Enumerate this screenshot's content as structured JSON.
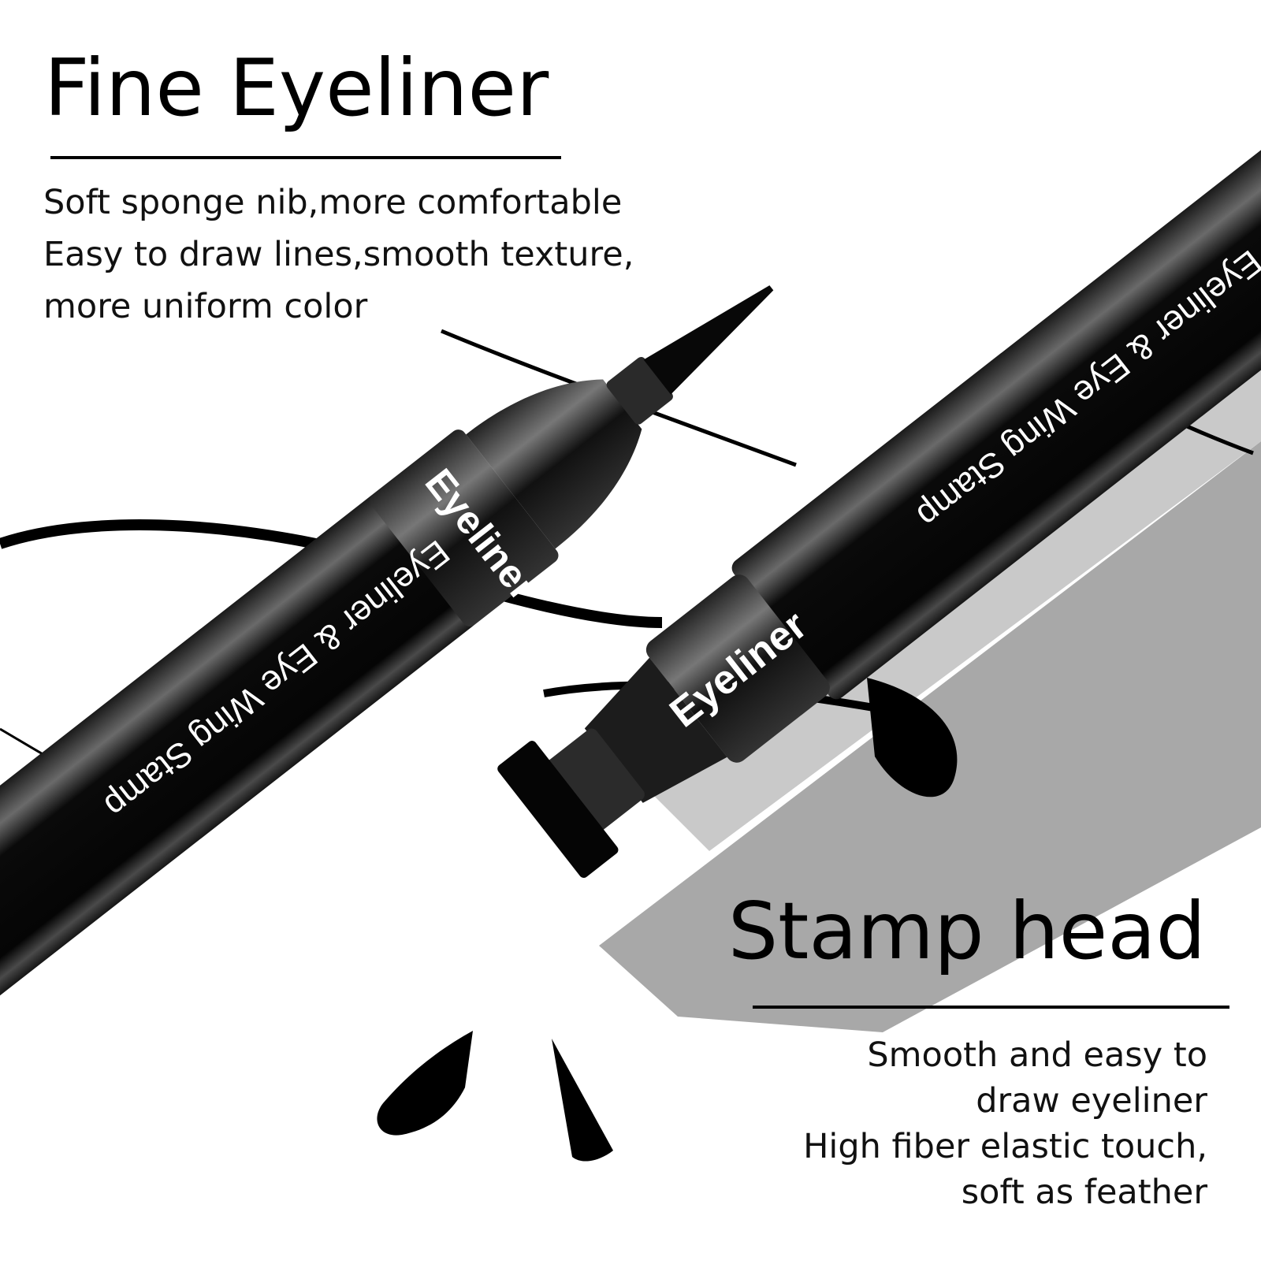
{
  "fine": {
    "title": "Fine Eyeliner",
    "lines": [
      "Soft sponge nib,more comfortable",
      "Easy to draw lines,smooth texture,",
      "more uniform color"
    ]
  },
  "stamp": {
    "title": "Stamp head",
    "lines": [
      "Smooth and easy to",
      "draw eyeliner",
      "High fiber elastic touch,",
      "soft as feather"
    ]
  },
  "pens": {
    "left": {
      "cap_label": "Eyeliner",
      "body_label": "Eyeliner & Eye Wing Stamp"
    },
    "right": {
      "cap_label": "Eyeliner",
      "body_label": "Eyeliner & Eye Wing Stamp"
    }
  },
  "colors": {
    "background": "#ffffff",
    "ink": "#000000",
    "pen_body": "#0a0a0a",
    "pen_highlight": "#6a6a6a",
    "shadow": "#a8a8a8"
  }
}
